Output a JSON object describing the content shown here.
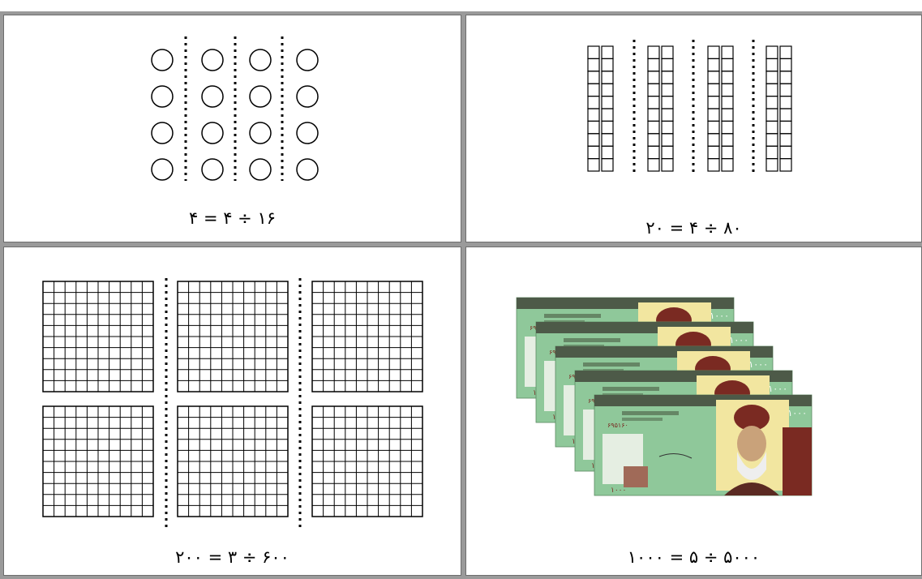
{
  "panels": [
    {
      "id": "circles",
      "equation": "۱۶ ÷ ۴ = ۴",
      "groups": 4,
      "rows": 4
    },
    {
      "id": "rods",
      "equation": "۸۰ ÷ ۴ = ۲۰",
      "groups": 4,
      "rods_per_group": 2,
      "units_per_rod": 10
    },
    {
      "id": "grids",
      "equation": "۶۰۰ ÷ ۳ = ۲۰۰",
      "groups": 3,
      "squares_per_group": 2,
      "grid_size": 10
    },
    {
      "id": "banknotes",
      "equation": "۵۰۰۰ ÷ ۵ = ۱۰۰۰",
      "note_count": 5,
      "denomination": "۱۰۰۰",
      "serial": "۶۹۵۱۶۰"
    }
  ],
  "colors": {
    "frame": "#9a9a9a",
    "ink": "#000000",
    "note_green": "#8fc89a",
    "note_maroon": "#7a2a22",
    "note_yellow": "#f2e6a0"
  }
}
